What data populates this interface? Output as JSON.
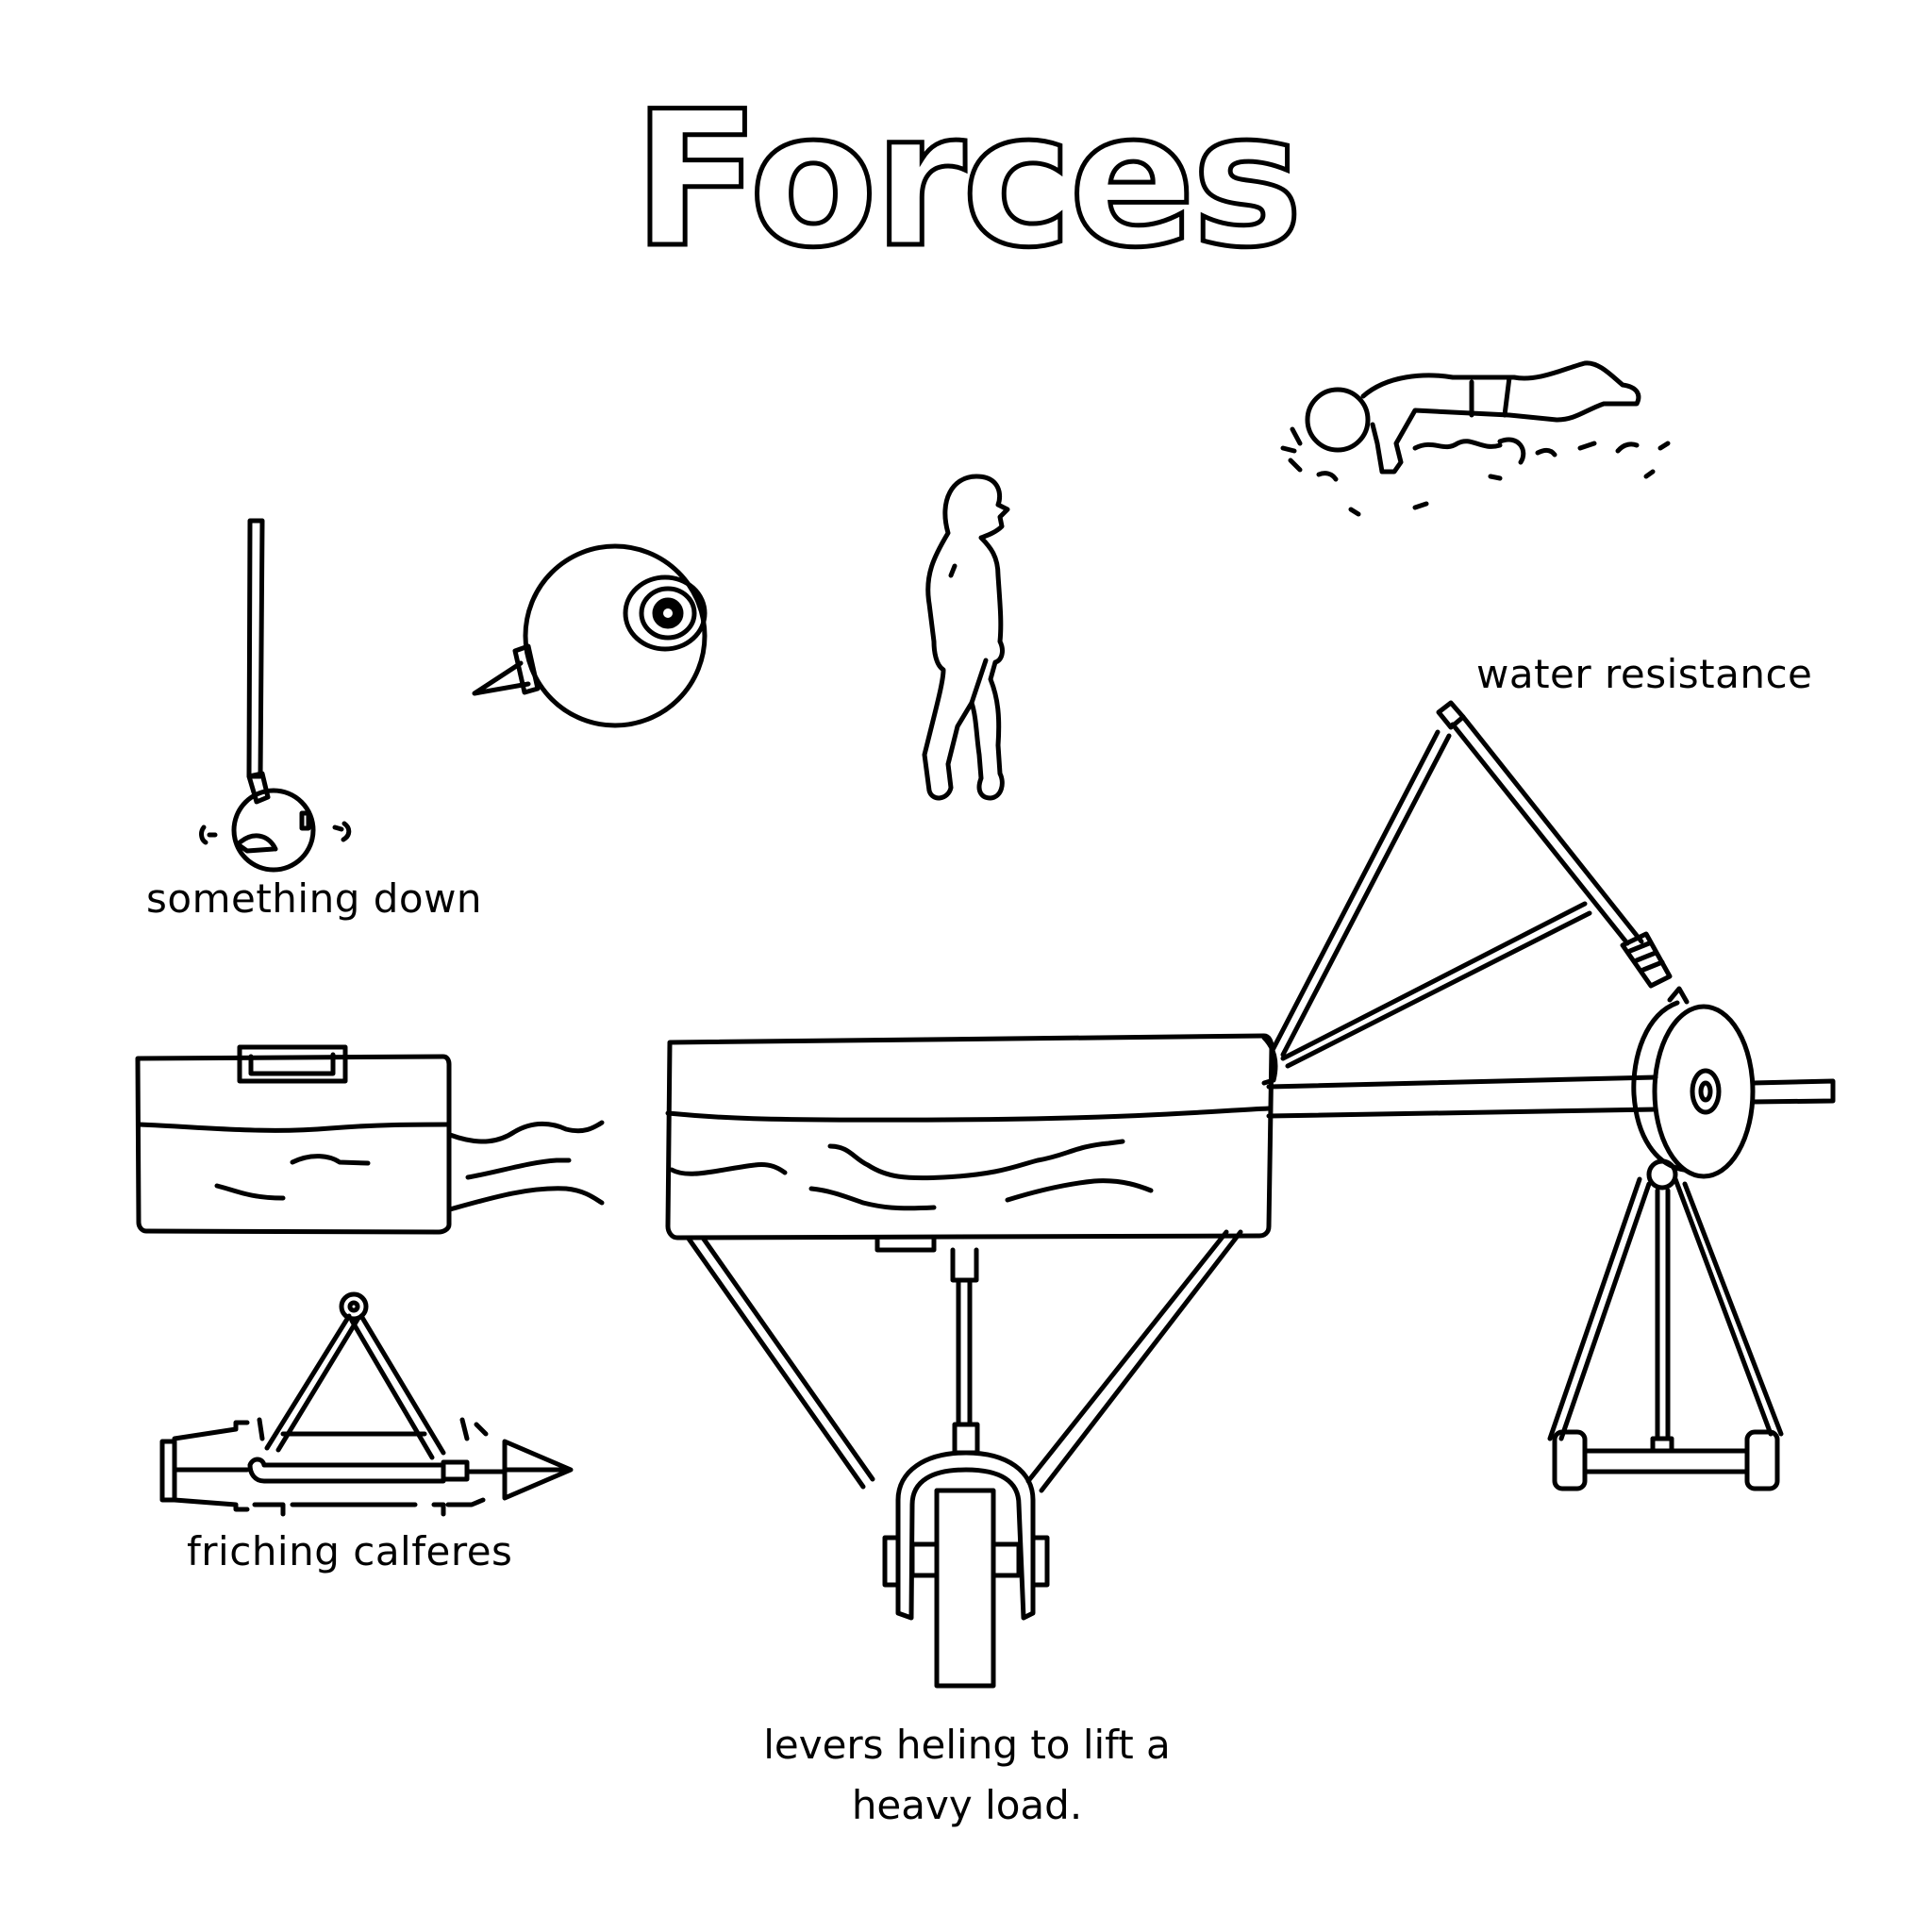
{
  "title": "Forces",
  "labels": {
    "pendulum": "something down",
    "swimmer": "water resistance",
    "friction": "friching calferes",
    "lever_line1": "levers heling to lift a",
    "lever_line2": "heavy load."
  },
  "colors": {
    "ink": "#000000",
    "paper": "#ffffff"
  },
  "illustrations": [
    {
      "id": "pendulum",
      "label_ref": "labels.pendulum"
    },
    {
      "id": "ball-with-cone"
    },
    {
      "id": "walking-person"
    },
    {
      "id": "swimmer",
      "label_ref": "labels.swimmer"
    },
    {
      "id": "water-boxes-and-lever-machine",
      "label_ref": "labels.lever_line1"
    },
    {
      "id": "friction-device",
      "label_ref": "labels.friction"
    }
  ]
}
